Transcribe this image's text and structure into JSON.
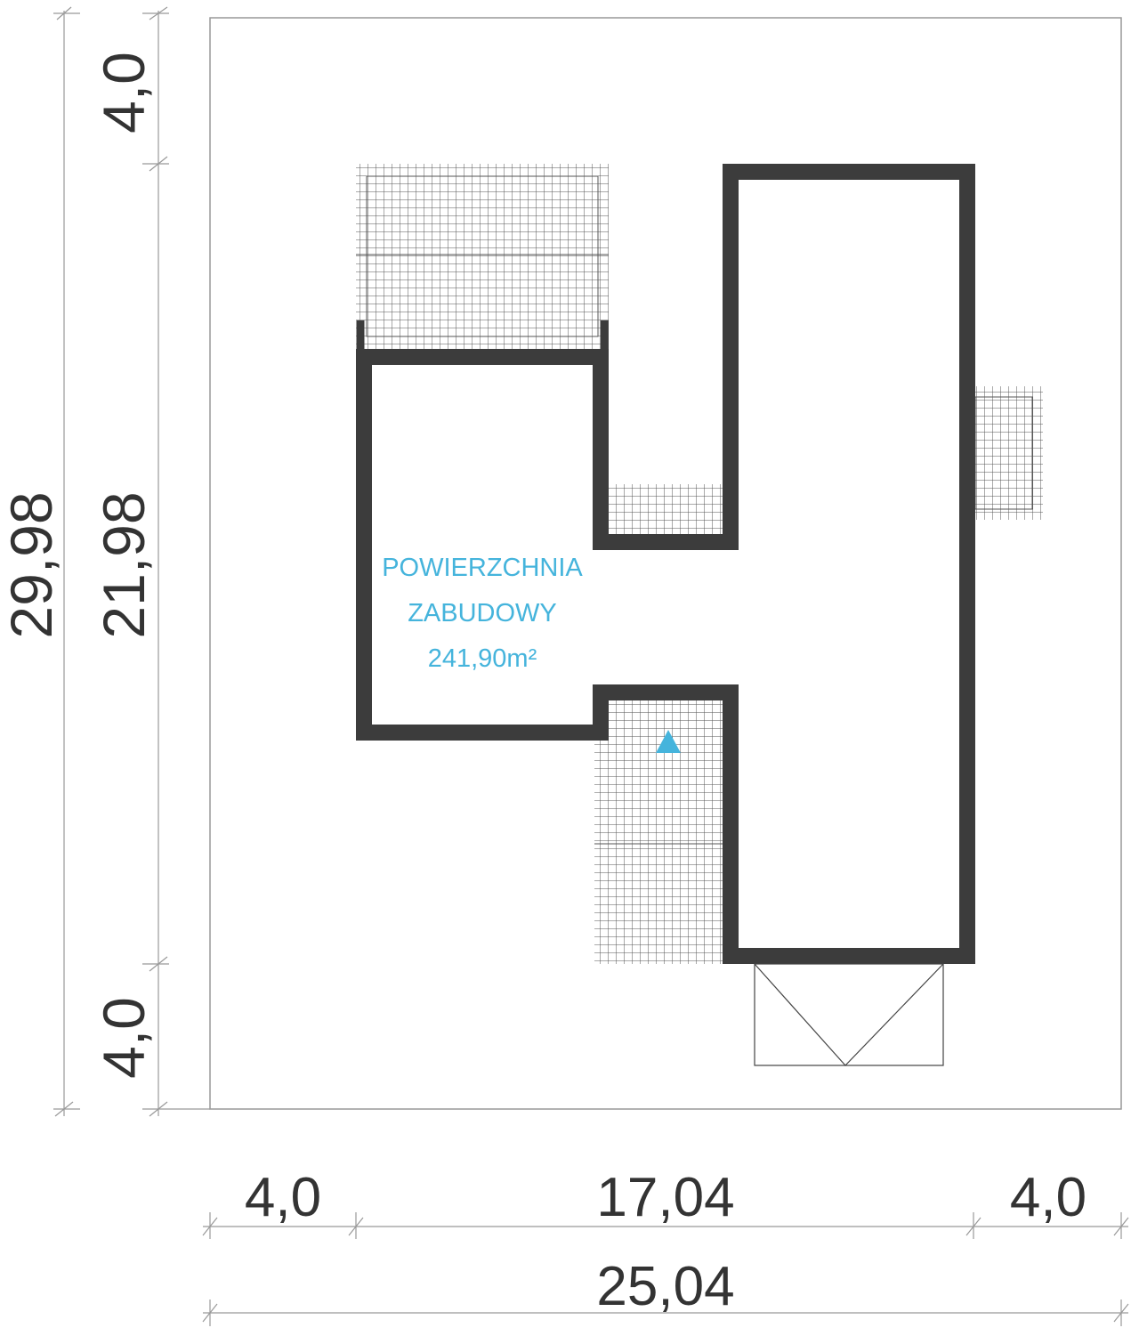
{
  "colors": {
    "wall": "#3c3c3c",
    "label": "#45b4dc",
    "line": "#999999",
    "hatch": "#555555"
  },
  "area_label": {
    "line1": "POWIERZCHNIA",
    "line2": "ZABUDOWY",
    "value": "241,90m²"
  },
  "entrance_icon": "triangle-entrance-icon",
  "dimensions": {
    "vertical_total": "29,98",
    "vertical_top_setback": "4,0",
    "vertical_building": "21,98",
    "vertical_bottom_setback": "4,0",
    "horizontal_left_setback": "4,0",
    "horizontal_building": "17,04",
    "horizontal_right_setback": "4,0",
    "horizontal_total": "25,04"
  }
}
